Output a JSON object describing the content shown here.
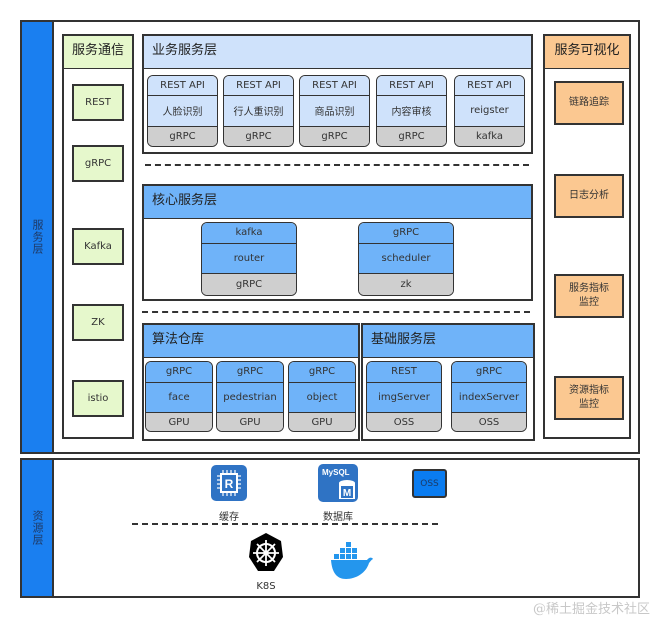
{
  "service_layer": {
    "label": "服务层",
    "communication": {
      "title": "服务通信",
      "items": [
        "REST",
        "gRPC",
        "Kafka",
        "ZK",
        "istio"
      ]
    },
    "business": {
      "title": "业务服务层",
      "cards": [
        {
          "top": "REST API",
          "middle": "人脸识别",
          "bottom": "gRPC"
        },
        {
          "top": "REST API",
          "middle": "行人重识别",
          "bottom": "gRPC"
        },
        {
          "top": "REST API",
          "middle": "商品识别",
          "bottom": "gRPC"
        },
        {
          "top": "REST API",
          "middle": "内容审核",
          "bottom": "gRPC"
        },
        {
          "top": "REST API",
          "middle": "reigster",
          "bottom": "kafka"
        }
      ]
    },
    "core": {
      "title": "核心服务层",
      "cards": [
        {
          "top": "kafka",
          "middle": "router",
          "bottom": "gRPC"
        },
        {
          "top": "gRPC",
          "middle": "scheduler",
          "bottom": "zk"
        }
      ]
    },
    "algorithm": {
      "title": "算法仓库",
      "cards": [
        {
          "top": "gRPC",
          "middle": "face",
          "bottom": "GPU"
        },
        {
          "top": "gRPC",
          "middle": "pedestrian",
          "bottom": "GPU"
        },
        {
          "top": "gRPC",
          "middle": "object",
          "bottom": "GPU"
        }
      ]
    },
    "basic": {
      "title": "基础服务层",
      "cards": [
        {
          "top": "REST",
          "middle": "imgServer",
          "bottom": "OSS"
        },
        {
          "top": "gRPC",
          "middle": "indexServer",
          "bottom": "OSS"
        }
      ]
    },
    "visualization": {
      "title": "服务可视化",
      "items": [
        "链路追踪",
        "日志分析",
        "服务指标\n监控",
        "资源指标\n监控"
      ]
    }
  },
  "resource_layer": {
    "label": "资源层",
    "items": [
      {
        "icon": "redis-cache-icon",
        "label": "缓存"
      },
      {
        "icon": "mysql-database-icon",
        "label": "数据库",
        "icon_text": "MySQL",
        "icon_sub": "M"
      },
      {
        "icon": "oss-box",
        "label": "OSS"
      }
    ],
    "infra": [
      {
        "icon": "kubernetes-icon",
        "label": "K8S"
      },
      {
        "icon": "docker-icon",
        "label": ""
      }
    ],
    "redis_glyph": "R"
  },
  "colors": {
    "sidebar_blue": "#1a7ff0",
    "light_blue": "#cfe2fb",
    "mid_blue": "#6fb3f9",
    "green": "#e6f8cc",
    "orange": "#fbc891",
    "gray": "#cfcfcf"
  },
  "watermark": "@稀土掘金技术社区"
}
